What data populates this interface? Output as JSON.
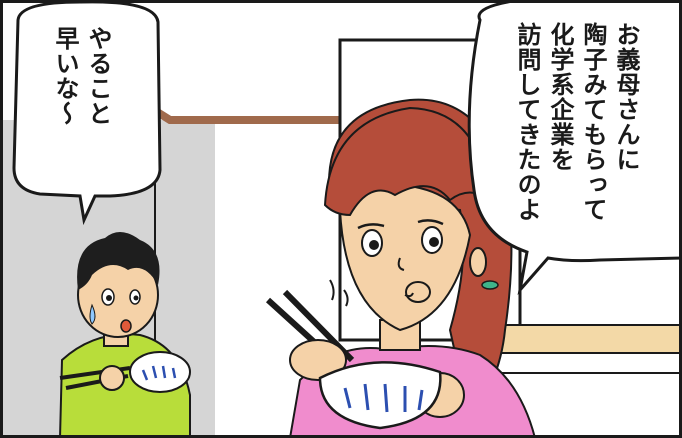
{
  "speech_left": {
    "lines": [
      "やること",
      "早いな〜"
    ]
  },
  "speech_right": {
    "lines": [
      "お義母さんに",
      "陶子みてもらって",
      "化学系企業を",
      "訪問してきたのよ"
    ]
  },
  "colors": {
    "wall": "#d5d5d5",
    "wall_trim": "#a06a4c",
    "woman_hair": "#b54d3a",
    "woman_skin": "#f5d2a8",
    "woman_shirt": "#f08ccd",
    "boy_shirt": "#b8dd3a",
    "boy_hair": "#1e1e1e",
    "bowl_pattern": "#2c4fb0",
    "counter": "#f3d9a7"
  },
  "icons": [
    "speech-bubble-left",
    "speech-bubble-right",
    "chopsticks-icon",
    "rice-bowl-icon",
    "sweat-drop-icon"
  ]
}
